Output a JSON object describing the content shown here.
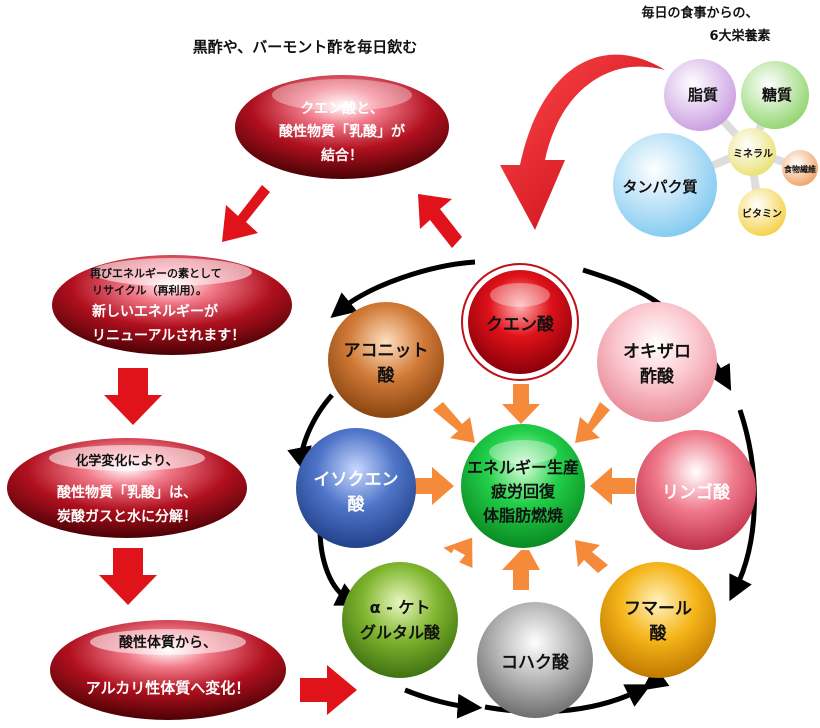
{
  "header": {
    "instruction": "黒酢や、バーモント酢を毎日飲む",
    "nutrients_line1": "毎日の食事からの、",
    "nutrients_line2": "6大栄養素"
  },
  "nutrients": {
    "fat": "脂質",
    "sugar": "糖質",
    "mineral": "ミネラル",
    "fiber": "食物繊維",
    "protein": "タンパク質",
    "vitamin": "ビタミン"
  },
  "flow": {
    "step1": [
      "クエン酸と、",
      "酸性物質「乳酸」が",
      "結合！"
    ],
    "step2_small": [
      "再びエネルギーの素として",
      "リサイクル（再利用）。"
    ],
    "step2_big": [
      "新しいエネルギーが",
      "リニューアルされます！"
    ],
    "step3_small": "化学変化により、",
    "step3_big": [
      "酸性物質「乳酸」は、",
      "炭酸ガスと水に分解！"
    ],
    "step4": [
      "酸性体質から、",
      "アルカリ性体質へ変化！"
    ]
  },
  "cycle": {
    "center": [
      "エネルギー生産",
      "疲労回復",
      "体脂肪燃焼"
    ],
    "citric": "クエン酸",
    "oxaloacetic": [
      "オキザロ",
      "酢酸"
    ],
    "malic": "リンゴ酸",
    "fumaric": [
      "フマール",
      "酸"
    ],
    "succinic": "コハク酸",
    "ketoglutaric": [
      "α - ケト",
      "グルタル酸"
    ],
    "isocitric": [
      "イソクエン",
      "酸"
    ],
    "aconitic": [
      "アコニット",
      "酸"
    ]
  },
  "colors": {
    "red": "#e0121a",
    "arrow_orange": "#f58a3a",
    "ellipse_dark": "#5a0505"
  }
}
